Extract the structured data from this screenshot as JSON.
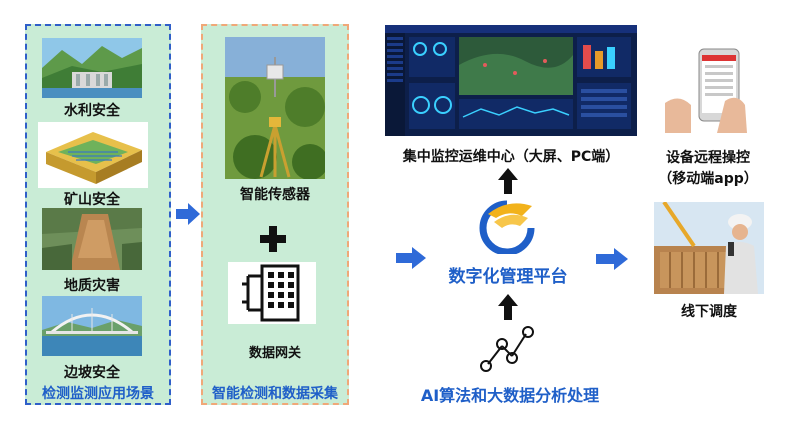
{
  "scenarios": {
    "title": "检测监测应用场景",
    "items": [
      {
        "label": "水利安全"
      },
      {
        "label": "矿山安全"
      },
      {
        "label": "地质灾害"
      },
      {
        "label": "边坡安全"
      }
    ]
  },
  "collection": {
    "title": "智能检测和数据采集",
    "sensor_label": "智能传感器",
    "gateway_label": "数据网关"
  },
  "platform": {
    "name": "数字化管理平台",
    "monitor_center": "集中监控运维中心（大屏、PC端）",
    "analytics": "AI算法和大数据分析处理"
  },
  "outputs": {
    "remote": "设备远程操控\n（移动端app）",
    "dispatch": "线下调度"
  },
  "colors": {
    "accent": "#1f5fc8",
    "panel_bg": "#c9ecd6",
    "dashboard_bg": "#0d1f4a"
  }
}
